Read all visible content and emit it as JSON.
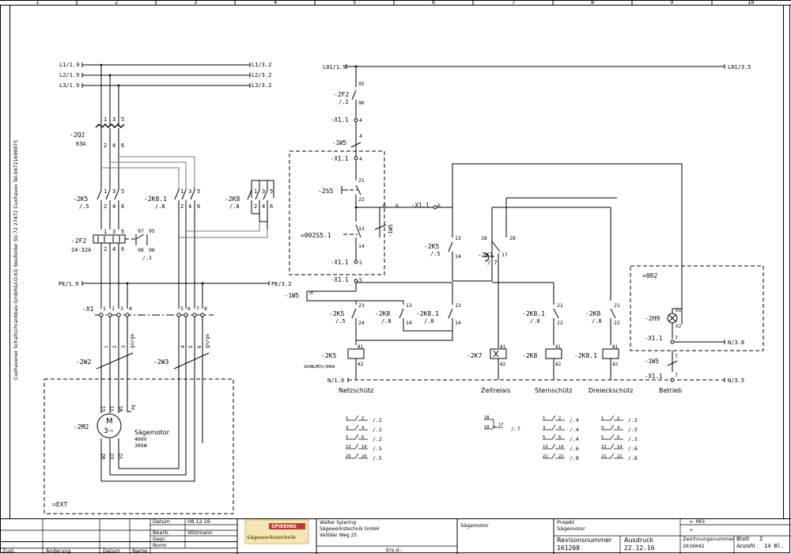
{
  "columns": [
    "1",
    "2",
    "3",
    "4",
    "5",
    "6",
    "7",
    "8",
    "9",
    "10"
  ],
  "side_text": "Cuxhavener Schaltschrankbau GmbH&CO.KG Neufelder Str.72 27472 Cuxhaven Tel.04721699975",
  "left_section": {
    "supply": [
      "L1/1.9",
      "L2/1.9",
      "L3/1.9"
    ],
    "supply_out": [
      "L1/3.2",
      "L2/3.2",
      "L3/3.2"
    ],
    "pe_in": "PE/1.9",
    "pe_out": "PE/3.2",
    "q2": {
      "name": "-2Q2",
      "rating": "63A",
      "top": [
        "1",
        "3",
        "5"
      ],
      "bottom": [
        "2",
        "4",
        "6"
      ]
    },
    "k5": {
      "name": "-2K5",
      "ref": "/.5",
      "top": [
        "1",
        "3",
        "5"
      ],
      "bottom": [
        "2",
        "4",
        "6"
      ]
    },
    "k81": {
      "name": "-2K8.1",
      "ref": "/.8",
      "top": [
        "1",
        "3",
        "5"
      ],
      "bottom": [
        "2",
        "4",
        "6"
      ]
    },
    "k8": {
      "name": "-2K8",
      "ref": "/.8",
      "top": [
        "1",
        "3",
        "5"
      ],
      "bottom": [
        "2",
        "4",
        "6"
      ]
    },
    "f2": {
      "name": "-2F2",
      "rating": "24-32A",
      "top": [
        "1",
        "3",
        "5"
      ],
      "bottom": [
        "2",
        "4",
        "6"
      ],
      "aux_top": [
        "97",
        "95"
      ],
      "aux_bottom": [
        "98",
        "96"
      ],
      "aux_ref": "/.3"
    },
    "x1": {
      "name": "-X1",
      "terminals": [
        "1",
        "2",
        "3",
        "4",
        "5",
        "6",
        "7",
        "8"
      ]
    },
    "w2": {
      "name": "-2W2",
      "cores": [
        "1",
        "2",
        "3",
        "gn/ge"
      ]
    },
    "w3": {
      "name": "-2W3",
      "cores": [
        "4",
        "5",
        "6",
        "gn/ge"
      ]
    },
    "motor": {
      "name": "-2M2",
      "symbol_m": "M",
      "symbol_phase": "3~",
      "desc": "Sägemotor",
      "voltage": "400V",
      "power": "30kW",
      "top": [
        "U1",
        "V1",
        "W1",
        "PE"
      ],
      "bottom": [
        "W2",
        "U2",
        "V2"
      ]
    },
    "ext_label": "=EXT"
  },
  "control_section": {
    "l01_in": "L01/1.9",
    "l01_out": "L01/3.5",
    "f2_aux": {
      "name": "-2F2",
      "ref": "/.2",
      "top": "95",
      "bottom": "96"
    },
    "x11_a": {
      "name": "-X1.1",
      "num": "4"
    },
    "w5_a": {
      "name": "-1W5",
      "num": "4"
    },
    "x11_b": {
      "name": "-X1.1",
      "num": "4"
    },
    "s5": {
      "name": "-2S5",
      "top": "21",
      "bottom": "22"
    },
    "s51": {
      "name": "=002S5.1",
      "top": "13",
      "bottom": "14"
    },
    "x11_c": {
      "name": "-X1.1",
      "num": "5"
    },
    "w5_mid": {
      "name": "-1W5",
      "wire": "6"
    },
    "x11_6": {
      "name": "-X1.1",
      "left_num": "6",
      "num": "6"
    },
    "k5_aux": {
      "name": "-2K5",
      "ref": "/.5",
      "top": "13",
      "bottom": "14"
    },
    "k7": {
      "name": "-2K7",
      "ref": "/.7",
      "c1": "18",
      "c2": "28",
      "c3": "17"
    },
    "x11_5": {
      "name": "-X1.1",
      "num": "5"
    },
    "w5_b": {
      "name": "-1W5",
      "num": "5"
    },
    "k5b": {
      "name": "-2K5",
      "ref": "/.5",
      "top": "23",
      "bottom": "24"
    },
    "k8b": {
      "name": "-2K8",
      "ref": "/.8",
      "top": "13",
      "bottom": "14"
    },
    "k81b": {
      "name": "-2K8.1",
      "ref": "/.8",
      "top": "13",
      "bottom": "14"
    },
    "k81c": {
      "name": "-2K8.1",
      "ref": "/.8",
      "top": "21",
      "bottom": "22"
    },
    "k8c": {
      "name": "-2K8",
      "ref": "/.8",
      "top": "21",
      "bottom": "22"
    },
    "coil_k5": {
      "name": "-2K5",
      "desc": "SD4NLM55/30KW",
      "a1": "A1",
      "a2": "A2",
      "label": "Netzschütz"
    },
    "coil_k7": {
      "name": "-2K7",
      "a1": "A1",
      "a2": "A2",
      "label": "Zeitrelais"
    },
    "coil_k8": {
      "name": "-2K8",
      "a1": "A1",
      "a2": "A2",
      "label": "Sternschütz"
    },
    "coil_k81": {
      "name": "-2K8.1",
      "a1": "A1",
      "a2": "A2",
      "label": "Dreieckschütz"
    },
    "n_in": "N/1.9",
    "n_out1": "N/3.8",
    "n_out2": "N/3.5",
    "box002": {
      "name": "=002",
      "lamp": "-2H9",
      "x1": "X1",
      "x2": "X2",
      "x11": "-X1.1",
      "x11num": "7",
      "w5": "-1W5",
      "w5num": "7",
      "x11b": "-X1.1",
      "x11bnum": "7",
      "label": "Betrieb"
    }
  },
  "xref_tables": [
    {
      "rows": [
        [
          "1",
          "2",
          "/.2"
        ],
        [
          "3",
          "4",
          "/.2"
        ],
        [
          "5",
          "6",
          "/.2"
        ],
        [
          "13",
          "14",
          "/.5"
        ],
        [
          "23",
          "24",
          "/.5"
        ]
      ]
    },
    {
      "rows": [
        [
          "28",
          "17",
          "/.7"
        ],
        [
          "18",
          "",
          ""
        ]
      ]
    },
    {
      "rows": [
        [
          "1",
          "2",
          "/.4"
        ],
        [
          "3",
          "4",
          "/.4"
        ],
        [
          "5",
          "6",
          "/.4"
        ],
        [
          "13",
          "14",
          "/.6"
        ],
        [
          "21",
          "22",
          "/.8"
        ]
      ]
    },
    {
      "rows": [
        [
          "1",
          "2",
          "/.3"
        ],
        [
          "3",
          "4",
          "/.3"
        ],
        [
          "5",
          "6",
          "/.3"
        ],
        [
          "13",
          "14",
          "/.6"
        ],
        [
          "21",
          "22",
          "/.8"
        ]
      ]
    }
  ],
  "title_block": {
    "datum_label": "Datum",
    "datum_value": "08.12.16",
    "bearb_label": "Bearb.",
    "bearb_value": "Völzmann",
    "gepr_label": "Gepr.",
    "norm_label": "Norm",
    "zust": "Zust.",
    "aenderung": "Änderung",
    "datum2": "Datum",
    "name": "Name",
    "logo": "SPIERING",
    "logo_sub": "Sägewerkstechnik",
    "company": [
      "Walter Spiering",
      "Sägewerkstechnik GmbH",
      "Vahlder Weg 25"
    ],
    "ersd": "Ers.d.:",
    "description": "Sägemotor",
    "projekt_label": "Projekt",
    "projekt_value": "Sägemotor",
    "revision_label": "Revisonsnummer",
    "revision_value": "161208",
    "ausdruck_label": "Ausdruck",
    "ausdruck_value": "22.12.16",
    "zeichnung_label": "Zeichnungsnummer",
    "zeichnung_value": "2016042",
    "eq": "= 001",
    "plus": "+",
    "blatt_label": "Blatt",
    "blatt_value": "2",
    "anzahl_label": "Anzahl :",
    "anzahl_value": "14 Bl."
  }
}
